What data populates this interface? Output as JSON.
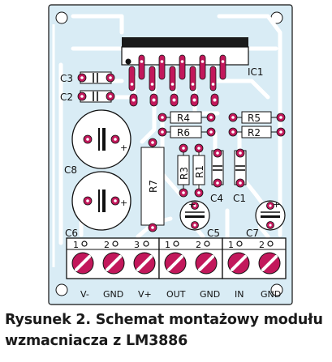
{
  "caption": {
    "line1": "Rysunek 2. Schemat montażowy modułu",
    "line2": "wzmacniacza z LM3886"
  },
  "components": {
    "ic1": "IC1",
    "c1": "C1",
    "c2": "C2",
    "c3": "C3",
    "c4": "C4",
    "c5": "C5",
    "c6": "C6",
    "c7": "C7",
    "c8": "C8",
    "r1": "R1",
    "r2": "R2",
    "r3": "R3",
    "r4": "R4",
    "r5": "R5",
    "r6": "R6",
    "r7": "R7"
  },
  "terminals": {
    "pin_numbers": [
      "1",
      "2",
      "3",
      "1",
      "2",
      "1",
      "2"
    ],
    "labels": [
      "V-",
      "GND",
      "V+",
      "OUT",
      "GND",
      "IN",
      "GND"
    ]
  },
  "polarity": {
    "plus": "+"
  },
  "colors": {
    "board": "#d9ecf5",
    "traces": "#ffffff",
    "pads": "#c2185b",
    "silkscreen": "#111111",
    "ic_body": "#1a1a1a"
  }
}
